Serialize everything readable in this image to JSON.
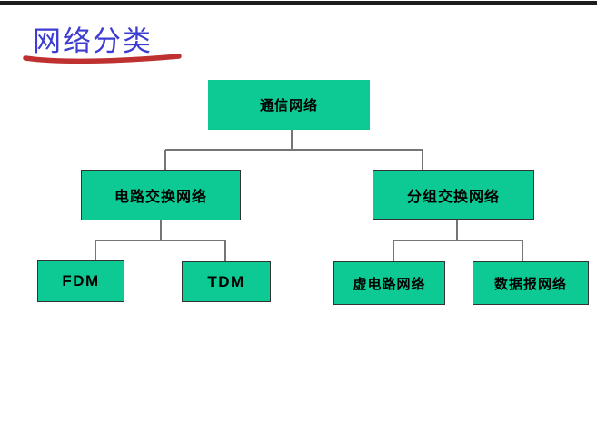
{
  "slide": {
    "title": "网络分类"
  },
  "colors": {
    "background": "#ffffff",
    "top-bar-color": "#1c1c1c",
    "title-color": "#3d3dd1",
    "underline-color": "#bf3030",
    "node-fill": "#0dca94",
    "node-border": "#333333",
    "node-text": "#000000",
    "connector-color": "#757575"
  },
  "tree": {
    "type": "org-chart",
    "nodes": [
      {
        "id": "communication-network",
        "label": "通信网络",
        "level": 0,
        "parent": null
      },
      {
        "id": "circuit-switched-network",
        "label": "电路交换网络",
        "level": 1,
        "parent": "communication-network"
      },
      {
        "id": "packet-switched-network",
        "label": "分组交换网络",
        "level": 1,
        "parent": "communication-network"
      },
      {
        "id": "fdm",
        "label": "FDM",
        "level": 2,
        "parent": "circuit-switched-network"
      },
      {
        "id": "tdm",
        "label": "TDM",
        "level": 2,
        "parent": "circuit-switched-network"
      },
      {
        "id": "virtual-circuit-network",
        "label": "虚电路网络",
        "level": 2,
        "parent": "packet-switched-network"
      },
      {
        "id": "datagram-network",
        "label": "数据报网络",
        "level": 2,
        "parent": "packet-switched-network"
      }
    ]
  }
}
